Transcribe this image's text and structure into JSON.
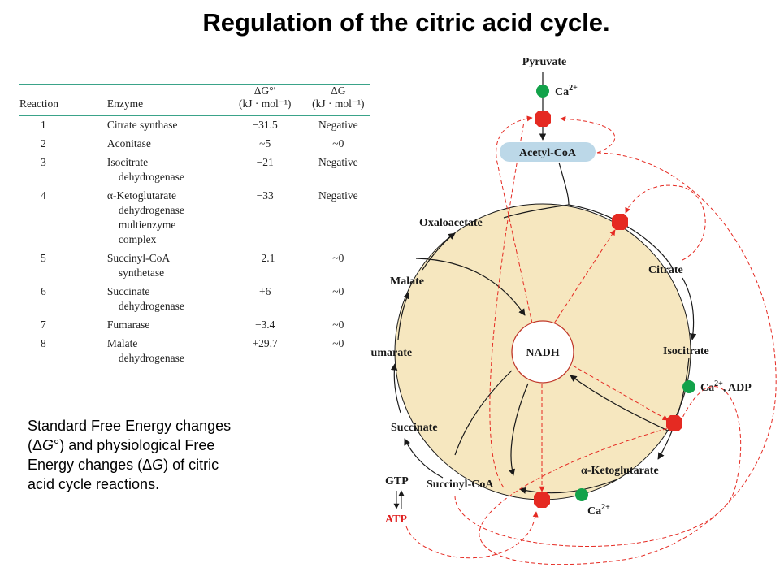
{
  "title": "Regulation of the citric acid cycle.",
  "table": {
    "headers": {
      "reaction": "Reaction",
      "enzyme": "Enzyme",
      "dg0_symbol": "ΔG°′",
      "dg0_units": "(kJ · mol⁻¹)",
      "dg_symbol": "ΔG",
      "dg_units": "(kJ · mol⁻¹)"
    },
    "rows": [
      {
        "reaction": "1",
        "enzyme": [
          "Citrate synthase"
        ],
        "dg0": "−31.5",
        "dg": "Negative"
      },
      {
        "reaction": "2",
        "enzyme": [
          "Aconitase"
        ],
        "dg0": "~5",
        "dg": "~0"
      },
      {
        "reaction": "3",
        "enzyme": [
          "Isocitrate",
          "dehydrogenase"
        ],
        "dg0": "−21",
        "dg": "Negative"
      },
      {
        "reaction": "4",
        "enzyme": [
          "α-Ketoglutarate",
          "dehydrogenase",
          "multienzyme",
          "complex"
        ],
        "dg0": "−33",
        "dg": "Negative"
      },
      {
        "reaction": "5",
        "enzyme": [
          "Succinyl-CoA",
          "synthetase"
        ],
        "dg0": "−2.1",
        "dg": "~0"
      },
      {
        "reaction": "6",
        "enzyme": [
          "Succinate",
          "dehydrogenase"
        ],
        "dg0": "+6",
        "dg": "~0"
      },
      {
        "reaction": "7",
        "enzyme": [
          "Fumarase"
        ],
        "dg0": "−3.4",
        "dg": "~0"
      },
      {
        "reaction": "8",
        "enzyme": [
          "Malate",
          "dehydrogenase"
        ],
        "dg0": "+29.7",
        "dg": "~0"
      }
    ]
  },
  "caption": {
    "line1": "Standard Free Energy changes",
    "line2_pre": "(Δ",
    "line2_g": "G",
    "line2_post": "°) and physiological Free",
    "line3_pre": "Energy changes (Δ",
    "line3_g": "G",
    "line3_post": ") of citric",
    "line4": "acid cycle reactions."
  },
  "diagram": {
    "pyruvate": "Pyruvate",
    "ca_top": "Ca",
    "ca_sup": "2+",
    "acetyl_coa": "Acetyl-CoA",
    "oxaloacetate": "Oxaloacetate",
    "citrate": "Citrate",
    "isocitrate": "Isocitrate",
    "ca_adp_pre": "Ca",
    "ca_adp_sup": "2+",
    "ca_adp_post": ", ADP",
    "alpha_kg": "α-Ketoglutarate",
    "ca_bottom": "Ca",
    "ca_bottom_sup": "2+",
    "succinyl_coa": "Succinyl-CoA",
    "succinate": "Succinate",
    "fumarate": "Fumarate",
    "malate": "Malate",
    "nadh": "NADH",
    "gtp": "GTP",
    "atp": "ATP",
    "colors": {
      "cycle_fill": "#f6e7bf",
      "inhibition": "#e52a22",
      "activation": "#13a24a",
      "acetyl_box": "#bcd8e8"
    }
  }
}
